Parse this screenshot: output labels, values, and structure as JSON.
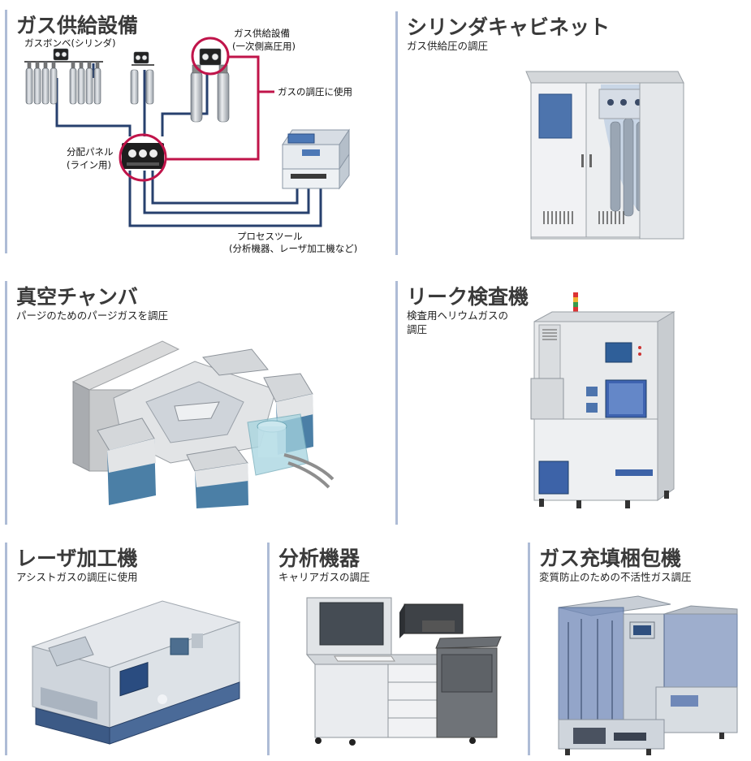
{
  "colors": {
    "accent_bar": "#aebcd6",
    "pipe_blue": "#27406e",
    "pipe_red": "#c0144a"
  },
  "panels": {
    "gas_supply": {
      "title": "ガス供給設備",
      "labels": {
        "cylinder": "ガスボンベ(シリンダ)",
        "supply_equipment_1": "ガス供給設備",
        "supply_equipment_2": "(一次側高圧用)",
        "regulate_use": "ガスの調圧に使用",
        "distribution_1": "分配パネル",
        "distribution_2": "(ライン用)",
        "process_tool_1": "プロセスツール",
        "process_tool_2": "(分析機器、レーザ加工機など)"
      }
    },
    "cylinder_cabinet": {
      "title": "シリンダキャビネット",
      "subtitle": "ガス供給圧の調圧"
    },
    "vacuum_chamber": {
      "title": "真空チャンバ",
      "subtitle": "パージのためのパージガスを調圧"
    },
    "leak_tester": {
      "title": "リーク検査機",
      "subtitle_1": "検査用ヘリウムガスの",
      "subtitle_2": "調圧"
    },
    "laser": {
      "title": "レーザ加工機",
      "subtitle": "アシストガスの調圧に使用"
    },
    "analyzer": {
      "title": "分析機器",
      "subtitle": "キャリアガスの調圧"
    },
    "packaging": {
      "title": "ガス充填梱包機",
      "subtitle": "変質防止のための不活性ガス調圧"
    }
  }
}
